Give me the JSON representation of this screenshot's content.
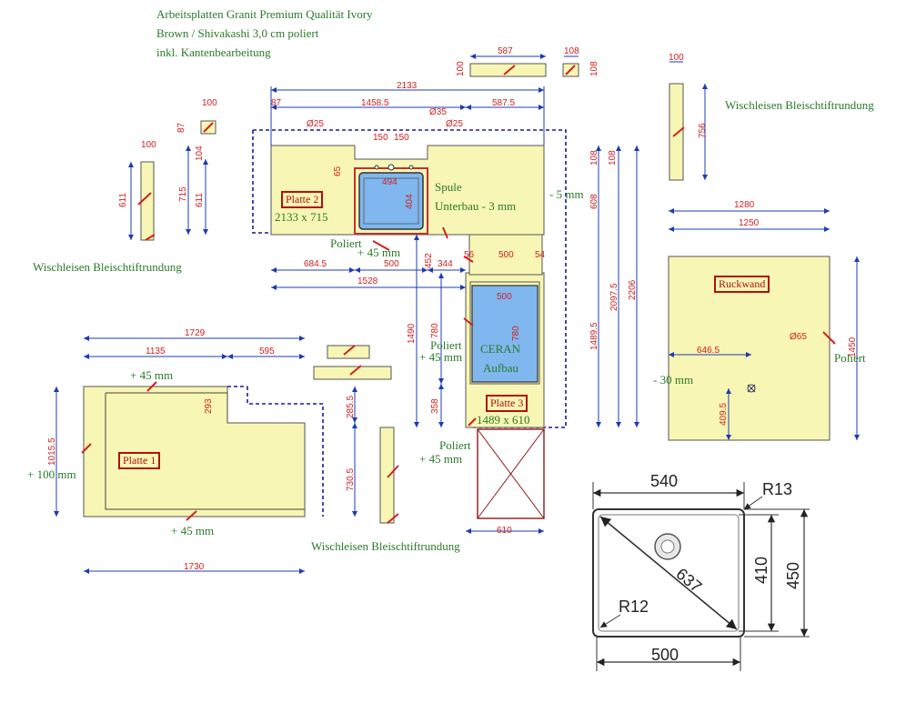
{
  "header": {
    "line1": "Arbeitsplatten Granit Premium Qualität Ivory",
    "line2": "Brown / Shivakashi 3,0 cm poliert",
    "line3": "inkl. Kantenbearbeitung"
  },
  "labels": {
    "platte1": "Platte 1",
    "platte2": "Platte 2",
    "platte2_size": "2133 x 715",
    "platte3": "Platte 3",
    "platte3_size": "1489 x 610",
    "rueckwand": "Ruckwand",
    "spule": "Spule",
    "unterbau": "Unterbau - 3 mm",
    "minus5": "- 5 mm",
    "minus30": "- 30 mm",
    "ceran": "CERAN",
    "aufbau": "Aufbau",
    "poliert": "Poliert",
    "plus45": "+ 45 mm",
    "plus100": "+ 100 mm",
    "wischleisten": "Wischleisen Bleischtiftrundung"
  },
  "colors": {
    "slab": "#f8f6b4",
    "sink": "#7fb7ee",
    "dim": "#1c3cb4",
    "dimText": "#d22020",
    "green": "#2a7a2a",
    "dashed": "#1a1a9a"
  }
}
